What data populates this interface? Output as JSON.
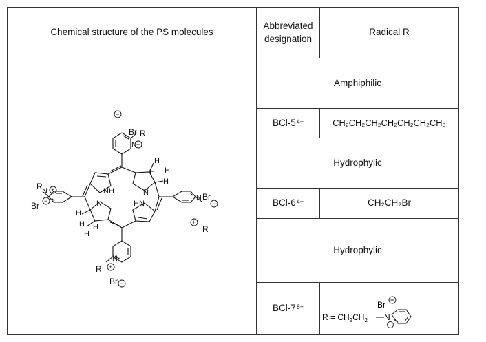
{
  "table": {
    "headers": {
      "structure": "Chemical structure of the PS molecules",
      "designation": "Abbreviated designation",
      "radical": "Radical R"
    },
    "rows": [
      {
        "group": "Amphiphilic",
        "name": "BCl-5",
        "charge": "4+",
        "radical": "CH₂CH₂CH₂CH₂CH₂CH₂CH₃"
      },
      {
        "group": "Hydrophylic",
        "name": "BCl-6",
        "charge": "4+",
        "radical": "CH₂CH₂Br"
      },
      {
        "group": "Hydrophylic",
        "name": "BCl-7",
        "charge": "8+",
        "radical": "R = CH₂CH₂–N⁺ (pyridinium) Br⁻"
      }
    ]
  },
  "structure_labels": {
    "br": "Br",
    "r": "R",
    "n": "N",
    "nh": "NH",
    "hn": "HN",
    "h": "H",
    "plus": "+",
    "minus": "−"
  },
  "bcl7_radical": {
    "prefix": "R = CH",
    "sub2": "2",
    "mid": "CH",
    "br": "Br"
  }
}
